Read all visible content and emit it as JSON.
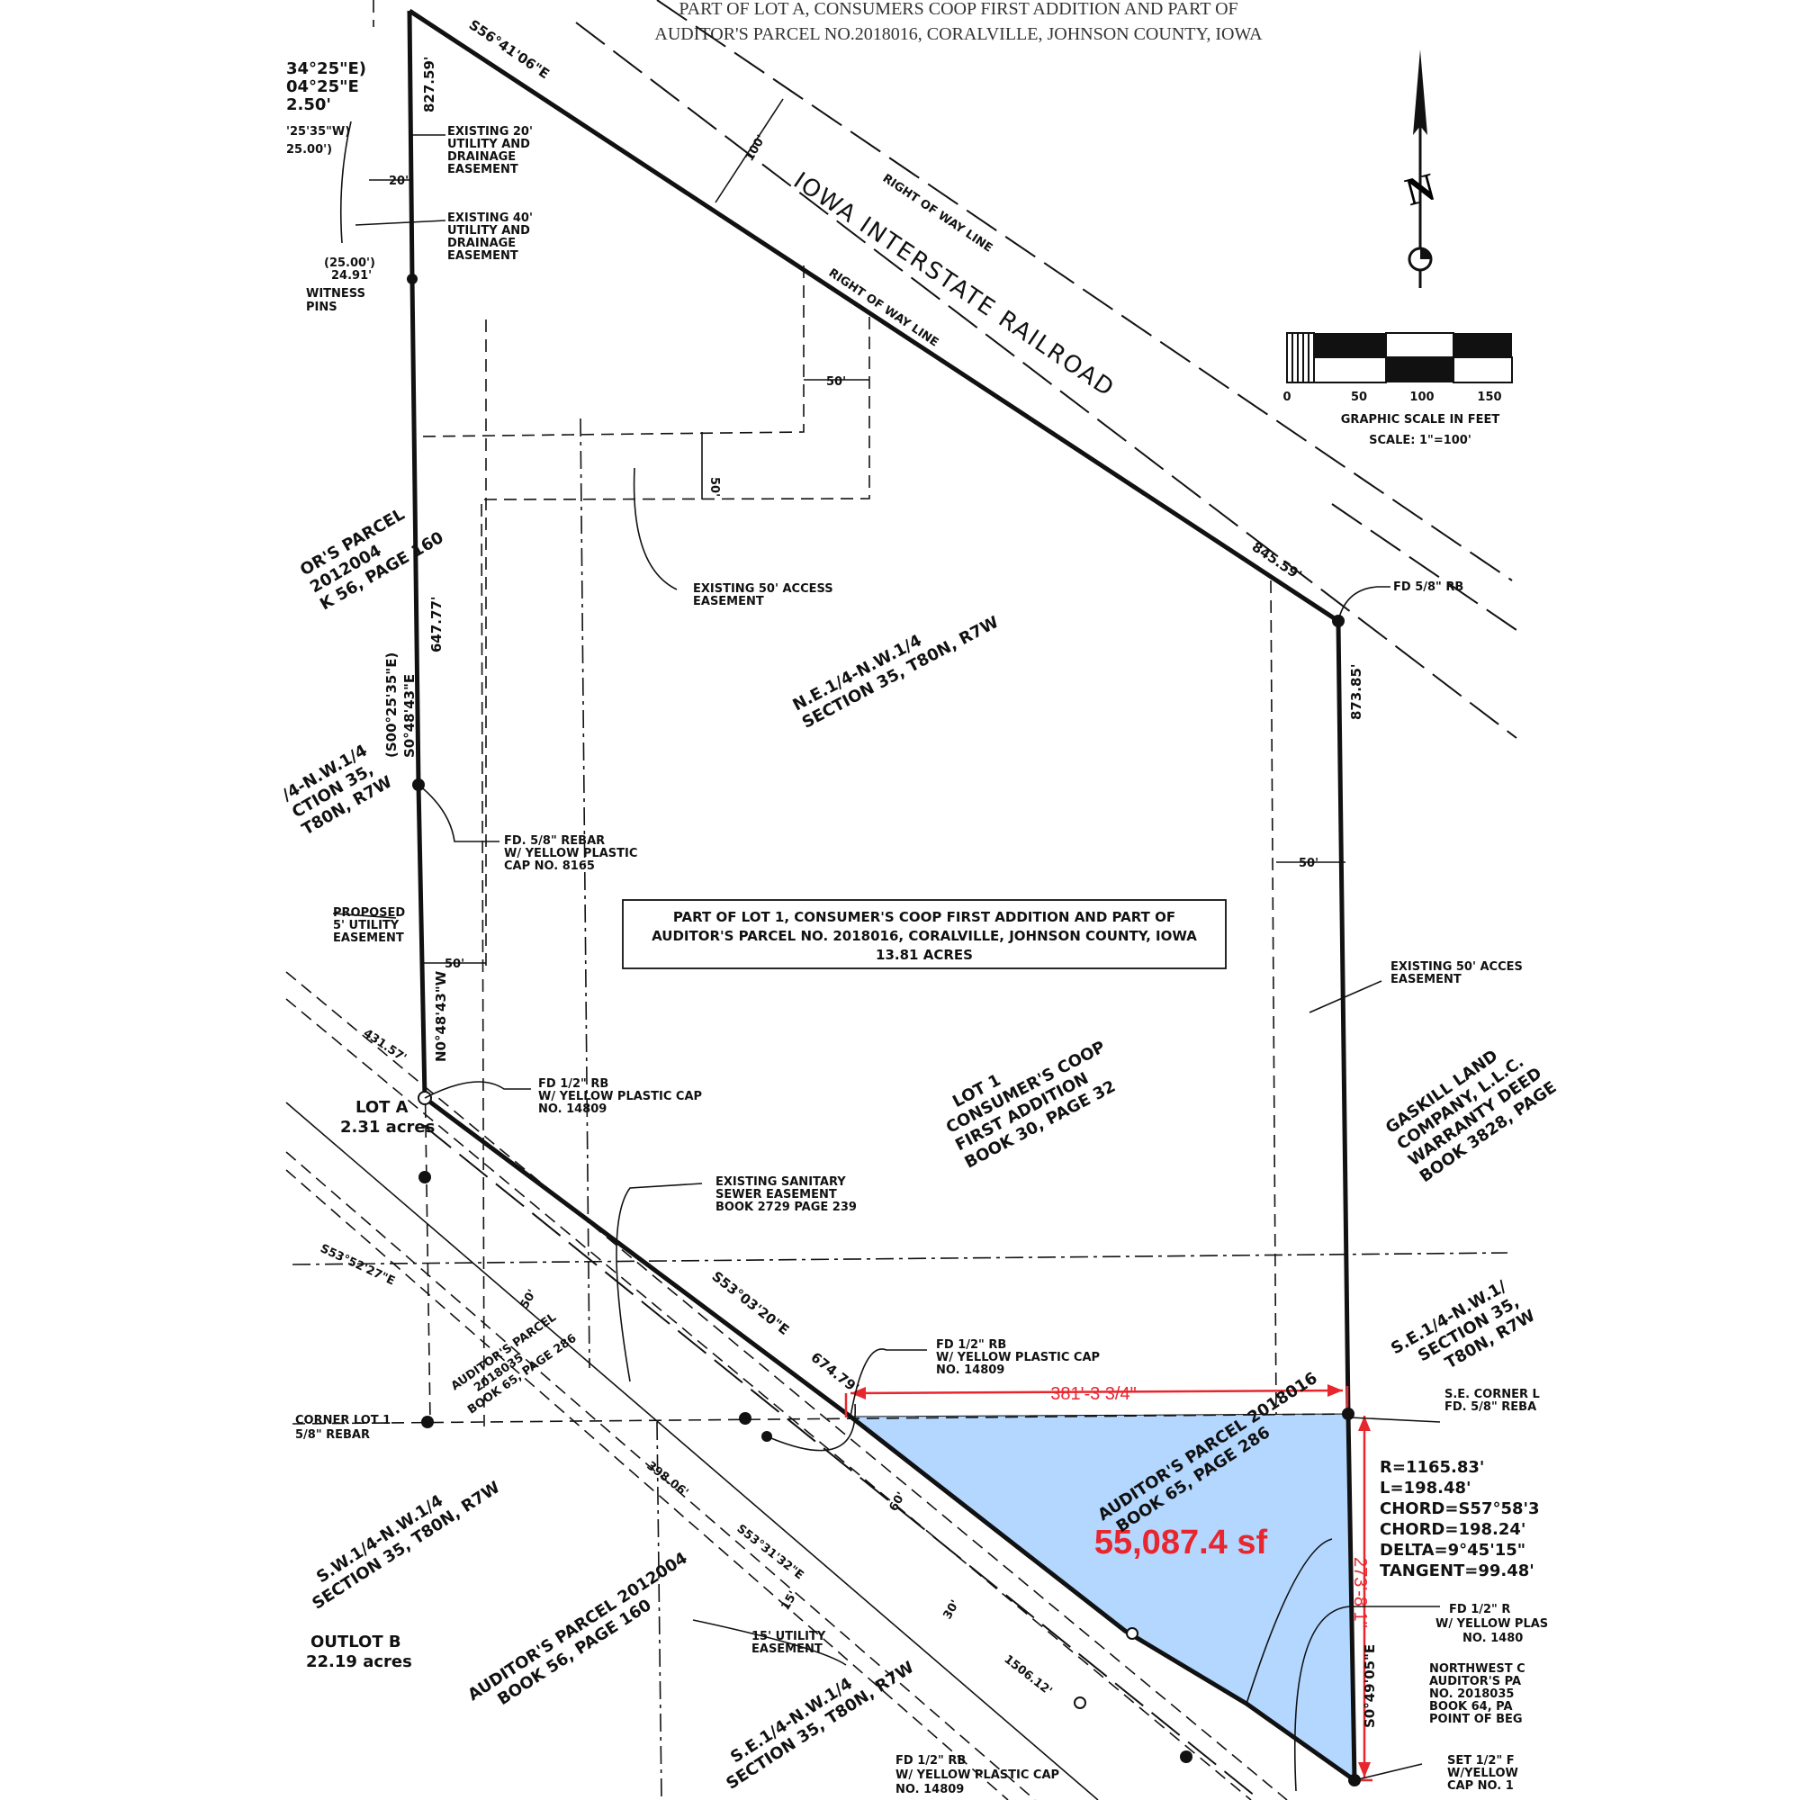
{
  "title": {
    "line1": "PART OF LOT A, CONSUMERS COOP FIRST ADDITION AND PART OF",
    "line2": "AUDITOR'S PARCEL NO.2018016, CORALVILLE, JOHNSON COUNTY, IOWA"
  },
  "north_arrow": {
    "letter": "N"
  },
  "scale": {
    "ticks": [
      "0",
      "50",
      "100",
      "150"
    ],
    "caption1": "GRAPHIC SCALE IN FEET",
    "caption2": "SCALE: 1\"=100'"
  },
  "railroad": {
    "name": "IOWA INTERSTATE RAILROAD",
    "row_upper": "RIGHT OF WAY LINE",
    "row_lower": "RIGHT OF WAY LINE",
    "width": "100'"
  },
  "bearings": {
    "north_line": "S56°41'06\"E",
    "north_line_len": "845.59'",
    "top_len": "827.59'",
    "west_line": "S0°48'43\"E",
    "west_line_len": "647.77'",
    "west_record": "(S00°25'35\"E)",
    "west_lower": "N0°48'43\"W",
    "west_lower_len": "431.57'",
    "east_len": "873.85'",
    "south_line": "S53°03'20\"E",
    "south_len": "674.79'",
    "lower_len1": "398.06'",
    "lower_bearing": "S53°31'32\"E",
    "lower_len2": "1506.12'",
    "se_bearing": "S0°49'05\"E",
    "west_bearing_small": "S53°52'27\"E"
  },
  "left_edge": {
    "t1": "34°25\"E)",
    "t2": "04°25\"E",
    "t3": "2.50'",
    "t4": "'25'35\"W)",
    "t5": "25.00')",
    "t6": "(25.00')",
    "t7": "24.91'",
    "witness": "WITNESS",
    "pins": "PINS"
  },
  "dims": {
    "d20": "20'",
    "d50a": "50'",
    "d50b": "50'",
    "d50c": "50'",
    "d50d": "50'",
    "d15": "15'",
    "d60": "60'",
    "d30": "30'",
    "d50e": "50'"
  },
  "notes": {
    "util20": [
      "EXISTING 20'",
      "UTILITY AND",
      "DRAINAGE",
      "EASEMENT"
    ],
    "util40": [
      "EXISTING 40'",
      "UTILITY AND",
      "DRAINAGE",
      "EASEMENT"
    ],
    "access50": [
      "EXISTING 50' ACCESS",
      "EASEMENT"
    ],
    "access50_e": [
      "EXISTING 50' ACCES",
      "EASEMENT"
    ],
    "fd58rb": "FD 5/8\" RB",
    "fd58rebar": [
      "FD. 5/8\" REBAR",
      "W/ YELLOW PLASTIC",
      "CAP NO. 8165"
    ],
    "proposed": [
      "PROPOSED",
      "5' UTILITY",
      "EASEMENT"
    ],
    "fd12a": [
      "FD 1/2\" RB",
      "W/ YELLOW PLASTIC CAP",
      "NO. 14809"
    ],
    "sanitary": [
      "EXISTING SANITARY",
      "SEWER EASEMENT",
      "BOOK 2729 PAGE 239"
    ],
    "fd12b": [
      "FD 1/2\" RB",
      "W/ YELLOW PLASTIC CAP",
      "NO. 14809"
    ],
    "corner_lot1": [
      "CORNER LOT 1",
      "5/8\" REBAR"
    ],
    "se_corner": [
      "S.E. CORNER L",
      "FD. 5/8\" REBA"
    ],
    "fd12c": [
      "FD 1/2\" R",
      "W/ YELLOW PLAS",
      "NO. 1480"
    ],
    "nw_corner": [
      "NORTHWEST C",
      "AUDITOR'S PA",
      "NO. 2018035",
      "BOOK 64, PA",
      "POINT OF BEG"
    ],
    "set12": [
      "SET 1/2\" F",
      "W/YELLOW",
      "CAP NO. 1"
    ],
    "fd12d": [
      "FD 1/2\" RB",
      "W/ YELLOW PLASTIC CAP",
      "NO. 14809"
    ],
    "util15": [
      "15' UTILITY",
      "EASEMENT"
    ]
  },
  "curve": [
    "R=1165.83'",
    "L=198.48'",
    "CHORD=S57°58'3",
    "CHORD=198.24'",
    "DELTA=9°45'15\"",
    "TANGENT=99.48'"
  ],
  "parcels": {
    "ne_quarter": [
      "N.E.1/4-N.W.1/4",
      "SECTION 35, T80N, R7W"
    ],
    "sw_quarter_left": [
      "/4-N.W.1/4",
      "CTION 35,",
      "T80N, R7W"
    ],
    "aud_parcel_left": [
      "OR'S PARCEL",
      "2012004",
      "K 56, PAGE 160"
    ],
    "box": [
      "PART OF LOT 1, CONSUMER'S COOP FIRST ADDITION AND PART OF",
      "AUDITOR'S PARCEL NO. 2018016, CORALVILLE, JOHNSON COUNTY, IOWA",
      "13.81 ACRES"
    ],
    "lot1": [
      "LOT 1",
      "CONSUMER'S COOP",
      "FIRST ADDITION",
      "BOOK 30, PAGE 32"
    ],
    "lotA": [
      "LOT A",
      "2.31 acres"
    ],
    "gaskill": [
      "GASKILL LAND",
      "COMPANY, L.L.C.",
      "WARRANTY DEED",
      "BOOK 3828, PAGE"
    ],
    "se_quarter_right": [
      "S.E.1/4-N.W.1/",
      "SECTION 35,",
      "T80N, R7W"
    ],
    "aud_2018035": [
      "AUDITOR'S PARCEL",
      "2018035",
      "BOOK 65, PAGE 286"
    ],
    "aud_2018016": [
      "AUDITOR'S PARCEL 2018016",
      "BOOK 65, PAGE 286"
    ],
    "sw_quarter": [
      "S.W.1/4-N.W.1/4",
      "SECTION 35, T80N, R7W"
    ],
    "outlot_b": [
      "OUTLOT B",
      "22.19 acres"
    ],
    "aud_2012004": [
      "AUDITOR'S PARCEL 2012004",
      "BOOK 56, PAGE 160"
    ],
    "se_quarter_bottom": [
      "S.E.1/4-N.W.1/4",
      "SECTION 35, T80N, R7W"
    ]
  },
  "highlight": {
    "area": "55,087.4 sf",
    "width": "381'-3 3/4\"",
    "height": "273'-8 1\"",
    "fill": "#b3d7ff",
    "stroke": "#e8262e"
  }
}
